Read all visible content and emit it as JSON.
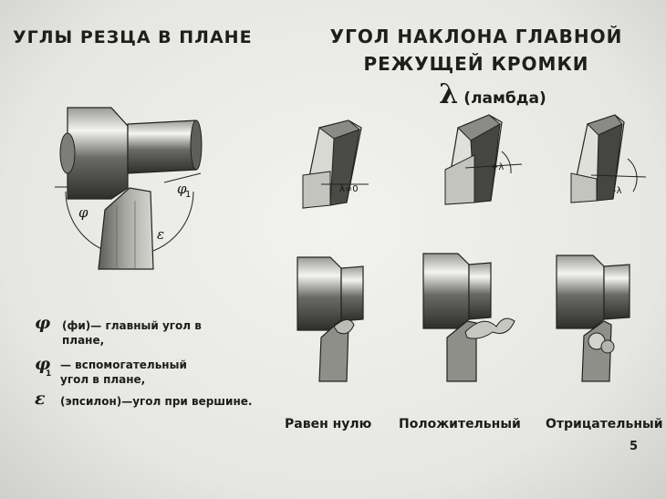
{
  "titles": {
    "left": "УГЛЫ РЕЗЦА В ПЛАНЕ",
    "right_line1": "УГОЛ НАКЛОНА ГЛАВНОЙ",
    "right_line2": "РЕЖУЩЕЙ КРОМКИ",
    "lambda_symbol": "λ",
    "lambda_word": "(ламбда)"
  },
  "plan_figure": {
    "phi_label": "φ",
    "phi1_label": "φ",
    "phi1_sub": "1",
    "epsilon_label": "ε"
  },
  "tool_labels": {
    "zero": "λ=0",
    "positive": "+λ",
    "negative": "-λ"
  },
  "legend": [
    {
      "symbol": "φ",
      "sub": "",
      "text": "(фи)— главный   угол   в\n             плане,"
    },
    {
      "symbol": "φ",
      "sub": "1",
      "text": "— вспомогательный\n    угол  в  плане,"
    },
    {
      "symbol": "ε",
      "sub": "",
      "text": "(эпсилон)—угол при вершине."
    }
  ],
  "captions": {
    "zero": "Равен нулю",
    "positive": "Положительный",
    "negative": "Отрицательный"
  },
  "page_number": "5"
}
